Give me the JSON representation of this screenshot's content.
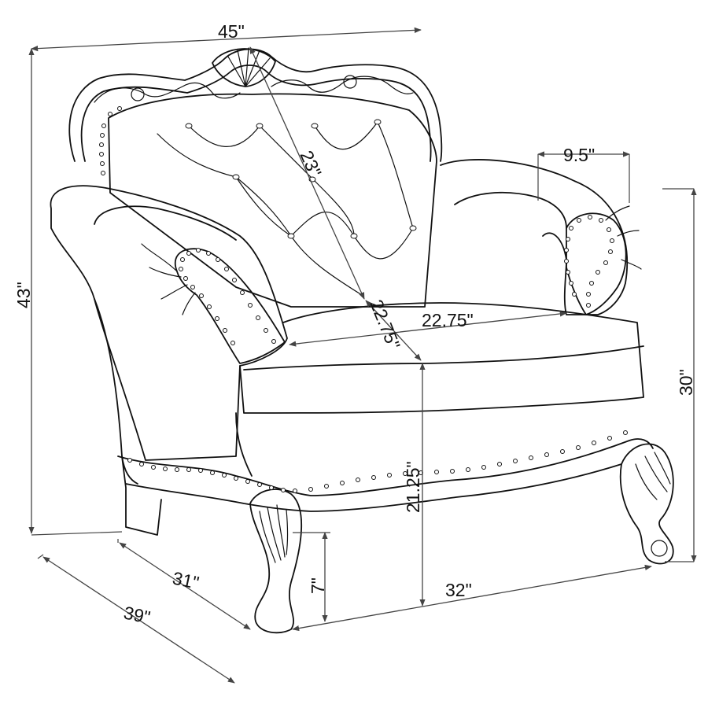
{
  "colors": {
    "ink": "#111111",
    "dimension": "#444444",
    "background": "#ffffff"
  },
  "dimensions": {
    "overall_width": "45\"",
    "overall_height": "43\"",
    "arm_width": "9.5\"",
    "back_height": "23\"",
    "seat_depth": "22.75\"",
    "seat_width": "22.75\"",
    "arm_height": "30\"",
    "seat_height": "21.25\"",
    "leg_height": "7\"",
    "inner_depth": "31\"",
    "overall_depth": "39\"",
    "front_width": "32\""
  }
}
